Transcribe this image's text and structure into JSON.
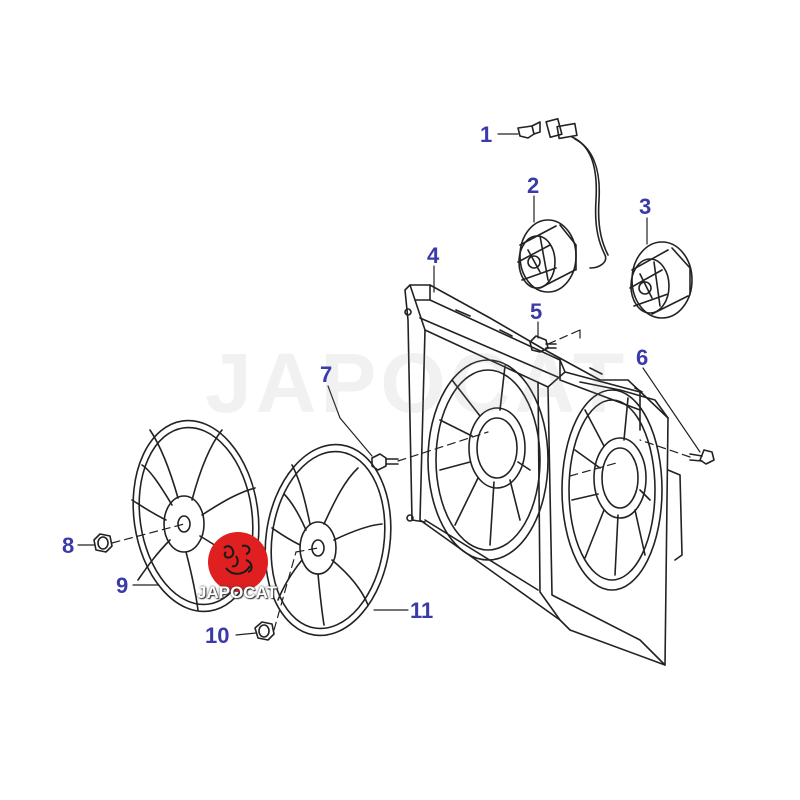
{
  "diagram": {
    "callouts": [
      {
        "id": "1",
        "label": "1"
      },
      {
        "id": "2",
        "label": "2"
      },
      {
        "id": "3",
        "label": "3"
      },
      {
        "id": "4",
        "label": "4"
      },
      {
        "id": "5",
        "label": "5"
      },
      {
        "id": "6",
        "label": "6"
      },
      {
        "id": "7",
        "label": "7"
      },
      {
        "id": "8",
        "label": "8"
      },
      {
        "id": "9",
        "label": "9"
      },
      {
        "id": "10",
        "label": "10"
      },
      {
        "id": "11",
        "label": "11"
      }
    ]
  },
  "watermark": {
    "text": "JAPOCAT"
  },
  "logo": {
    "text": "JAPOCAT"
  },
  "colors": {
    "callout": "#3a3aa8",
    "line": "#222222",
    "logo_red": "#e02020"
  }
}
